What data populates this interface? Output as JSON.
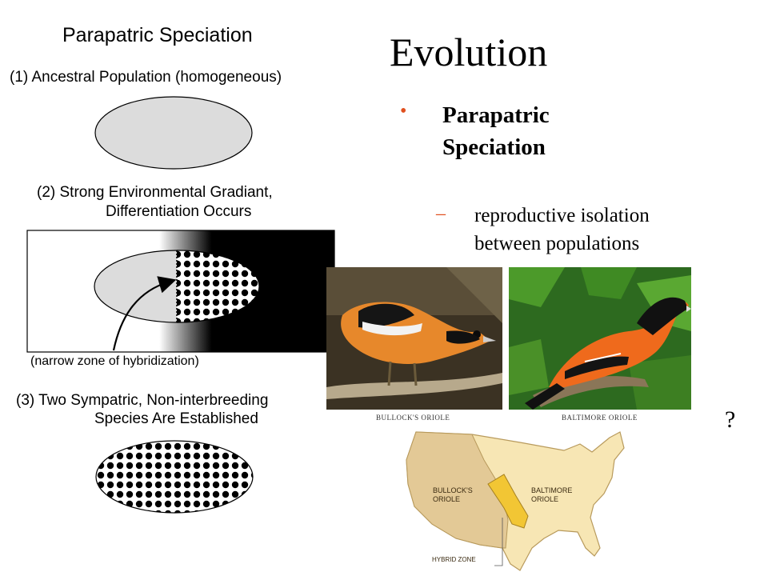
{
  "diagram": {
    "title": "Parapatric Speciation",
    "step1": "(1) Ancestral Population (homogeneous)",
    "step2_line1": "(2) Strong Environmental Gradiant,",
    "step2_line2": "Differentiation Occurs",
    "hybrid_label": "(narrow zone of hybridization)",
    "step3_line1": "(3) Two Sympatric, Non-interbreeding",
    "step3_line2": "Species Are Established"
  },
  "slide": {
    "title": "Evolution",
    "bullet_marker": "•",
    "bullet": "Parapatric Speciation",
    "sub_marker": "–",
    "sub_bullet": "reproductive isolation between populations",
    "question": "?"
  },
  "photos": {
    "left_caption": "BULLOCK'S ORIOLE",
    "right_caption": "BALTIMORE ORIOLE"
  },
  "map": {
    "bullock_label_line1": "BULLOCK'S",
    "bullock_label_line2": "ORIOLE",
    "baltimore_label_line1": "BALTIMORE",
    "baltimore_label_line2": "ORIOLE",
    "hybrid_label": "HYBRID ZONE"
  },
  "colors": {
    "bullet_accent": "#e0501f",
    "population_fill": "#dcdcdc",
    "map_land": "#f7e6b4",
    "map_bullock_range": "#e3c996",
    "map_hybrid_zone": "#f2c634"
  }
}
